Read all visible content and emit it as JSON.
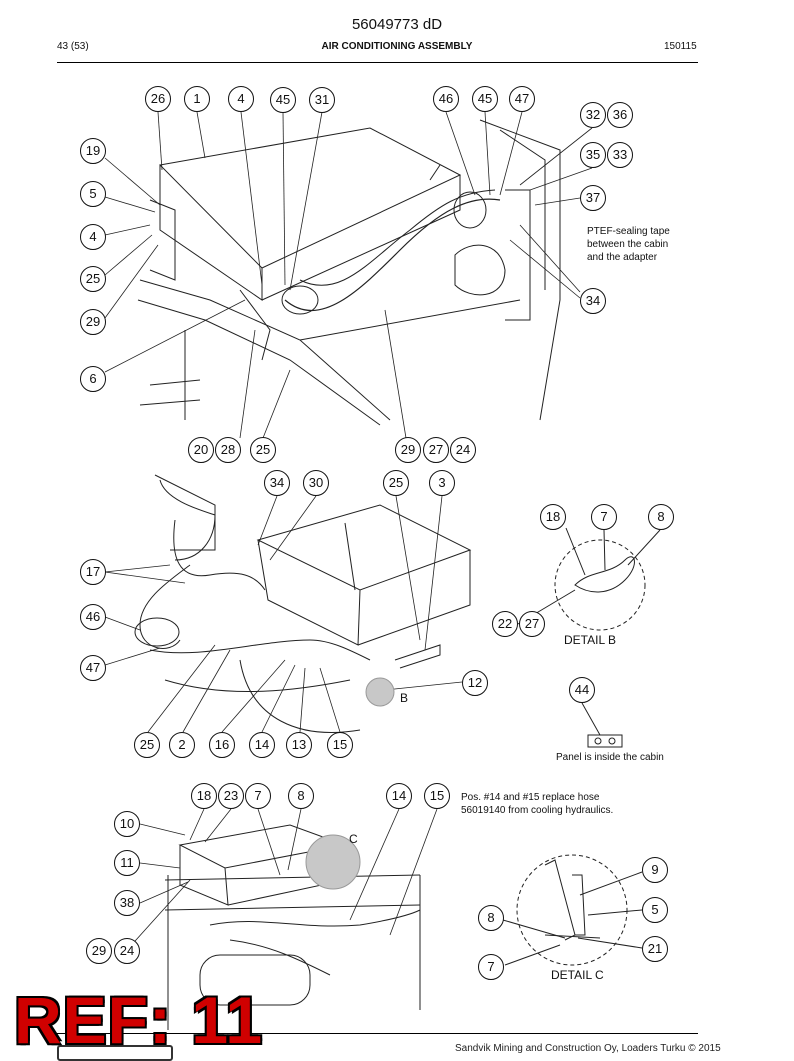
{
  "header": {
    "doc_code": "56049773 dD",
    "page": "43 (53)",
    "title": "AIR CONDITIONING ASSEMBLY",
    "date": "150115"
  },
  "view_top": {
    "callouts": [
      "26",
      "1",
      "4",
      "45",
      "31",
      "46",
      "45",
      "47",
      "32",
      "36",
      "35",
      "33",
      "19",
      "5",
      "4",
      "25",
      "29",
      "6",
      "37",
      "34",
      "20",
      "28",
      "25",
      "29",
      "27",
      "24"
    ],
    "note": "PTEF-sealing tape between the cabin and the adapter"
  },
  "view_middle": {
    "callouts": [
      "34",
      "30",
      "25",
      "3",
      "17",
      "46",
      "47",
      "12",
      "25",
      "2",
      "16",
      "14",
      "13",
      "15"
    ],
    "marker": "B"
  },
  "detail_b": {
    "callouts": [
      "18",
      "7",
      "8",
      "22",
      "27"
    ],
    "label": "DETAIL B"
  },
  "panel_note": {
    "callout": "44",
    "text": "Panel is inside the cabin"
  },
  "view_bottom": {
    "callouts": [
      "18",
      "23",
      "7",
      "8",
      "14",
      "15",
      "10",
      "11",
      "38",
      "29",
      "24"
    ],
    "marker": "C",
    "note": "Pos. #14 and #15 replace hose 56019140 from cooling hydraulics."
  },
  "detail_c": {
    "callouts": [
      "9",
      "5",
      "8",
      "21",
      "7"
    ],
    "label": "DETAIL C"
  },
  "stamp": "REF: 11",
  "footer": {
    "text": "Sandvik Mining and Construction Oy, Loaders Turku © 2015"
  }
}
